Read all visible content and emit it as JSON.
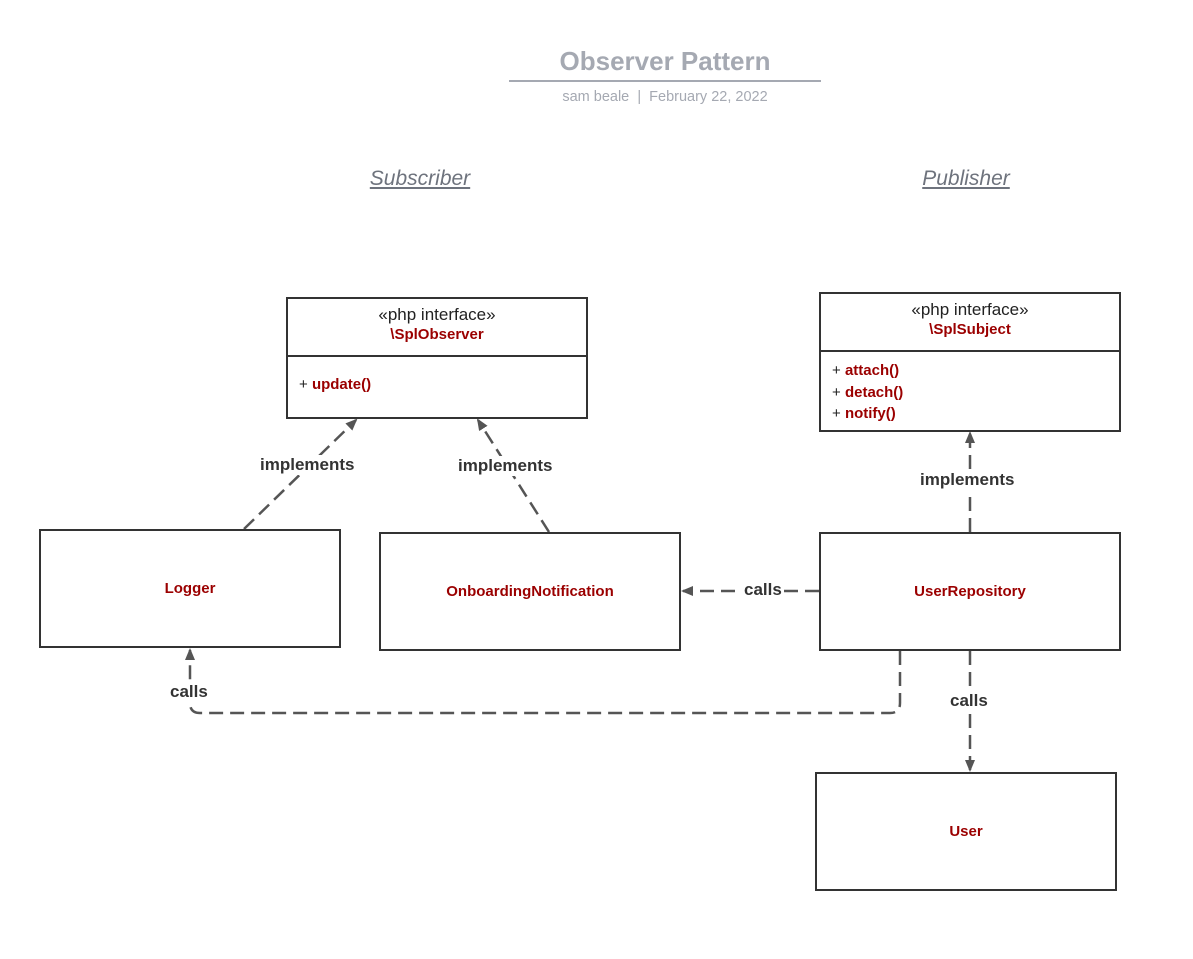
{
  "header": {
    "title": "Observer Pattern",
    "author": "sam beale",
    "separator": "|",
    "date": "February 22, 2022"
  },
  "sections": {
    "subscriber": "Subscriber",
    "publisher": "Publisher"
  },
  "interfaces": {
    "observer": {
      "stereotype": "«php interface»",
      "name": "\\SplObserver",
      "methods": [
        {
          "prefix": "+",
          "name": "update()"
        }
      ]
    },
    "subject": {
      "stereotype": "«php interface»",
      "name": "\\SplSubject",
      "methods": [
        {
          "prefix": "+",
          "name": "attach()"
        },
        {
          "prefix": "+",
          "name": "detach()"
        },
        {
          "prefix": "+",
          "name": "notify()"
        }
      ]
    }
  },
  "classes": {
    "logger": "Logger",
    "onboarding": "OnboardingNotification",
    "user_repository": "UserRepository",
    "user": "User"
  },
  "edges": {
    "logger_implements": "implements",
    "onboarding_implements": "implements",
    "repository_implements": "implements",
    "repository_calls_onboarding": "calls",
    "repository_calls_logger": "calls",
    "repository_calls_user": "calls"
  },
  "colors": {
    "accent": "#9b0000",
    "border": "#333333",
    "edge": "#555555",
    "title": "#a5a9b2",
    "section": "#6e737d"
  }
}
